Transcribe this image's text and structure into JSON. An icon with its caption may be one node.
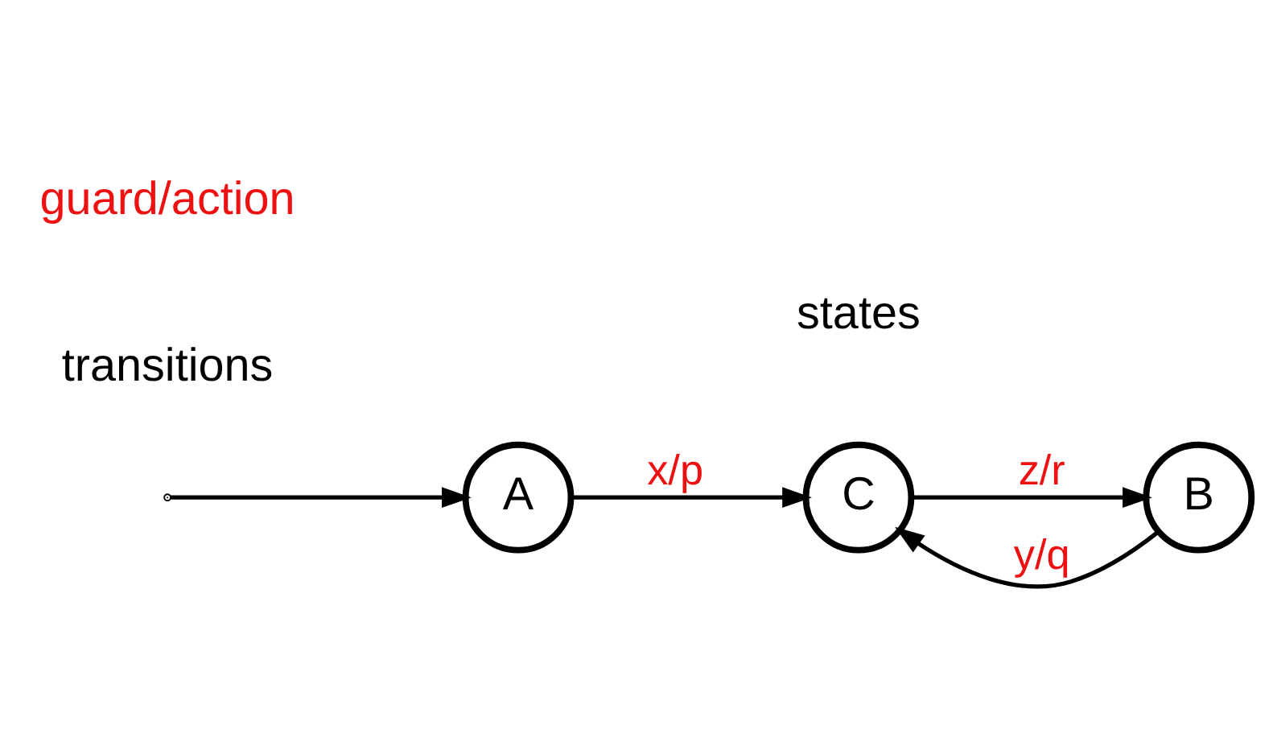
{
  "diagram": {
    "nodes": [
      {
        "text": [
          "A"
        ]
      },
      {
        "text": [
          "B"
        ]
      },
      {
        "text": [
          "C"
        ]
      }
    ],
    "edges": [
      {
        "from": null,
        "to": 0,
        "arrow": "to"
      },
      {
        "from": 0,
        "to": 2,
        "arrow": "to",
        "label": "x/p"
      },
      {
        "from": 1,
        "to": 2,
        "arrow": "to",
        "label": "y/q"
      },
      {
        "from": 2,
        "to": 1,
        "arrow": "to",
        "label": "z/r"
      }
    ],
    "labels": [
      "states",
      "transitions",
      "guard/action"
    ]
  }
}
